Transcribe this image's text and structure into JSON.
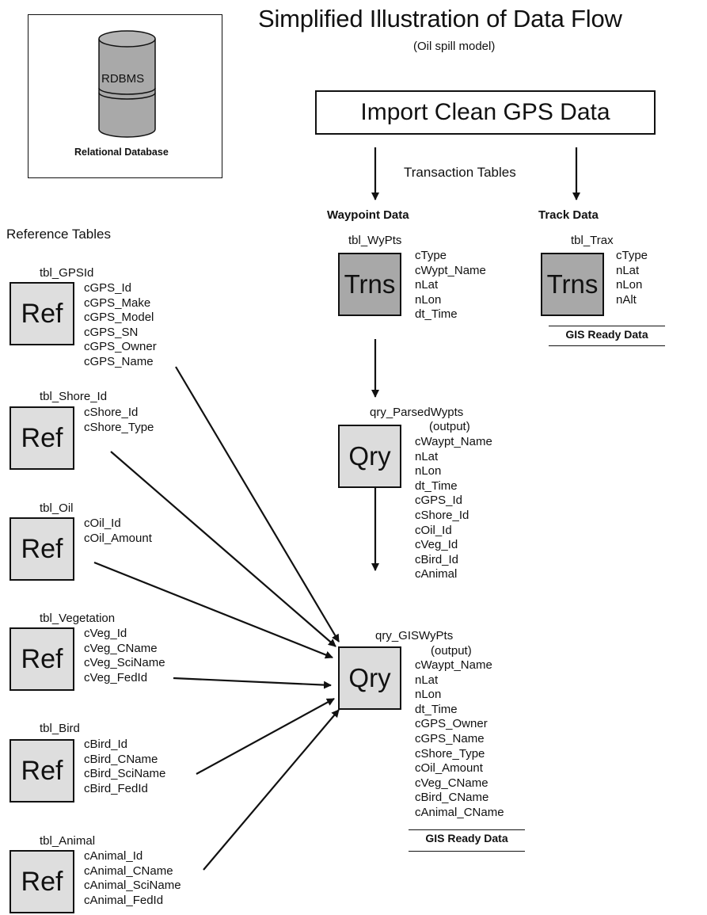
{
  "title": "Simplified Illustration of Data Flow",
  "subtitle": "(Oil spill model)",
  "import_box": "Import Clean GPS Data",
  "legend": {
    "cylinder_label": "RDBMS",
    "caption": "Relational Database"
  },
  "transaction_tables_label": "Transaction Tables",
  "reference_tables_label": "Reference Tables",
  "gis_ready_label": "GIS Ready Data",
  "waypoint": {
    "heading": "Waypoint Data",
    "table": "tbl_WyPts",
    "box_label": "Trns",
    "fields": [
      "cType",
      "cWypt_Name",
      "nLat",
      "nLon",
      "dt_Time"
    ]
  },
  "track": {
    "heading": "Track Data",
    "table": "tbl_Trax",
    "box_label": "Trns",
    "fields": [
      "cType",
      "nLat",
      "nLon",
      "nAlt"
    ]
  },
  "parsed_query": {
    "name": "qry_ParsedWypts",
    "output": "(output)",
    "box_label": "Qry",
    "fields": [
      "cWaypt_Name",
      "nLat",
      "nLon",
      "dt_Time",
      "cGPS_Id",
      "cShore_Id",
      "cOil_Id",
      "cVeg_Id",
      "cBird_Id",
      "cAnimal"
    ]
  },
  "gis_query": {
    "name": "qry_GISWyPts",
    "output": "(output)",
    "box_label": "Qry",
    "fields": [
      "cWaypt_Name",
      "nLat",
      "nLon",
      "dt_Time",
      "cGPS_Owner",
      "cGPS_Name",
      "cShore_Type",
      "cOil_Amount",
      "cVeg_CName",
      "cBird_CName",
      "cAnimal_CName"
    ]
  },
  "reference_tables": [
    {
      "name": "tbl_GPSId",
      "box_label": "Ref",
      "fields": [
        "cGPS_Id",
        "cGPS_Make",
        "cGPS_Model",
        "cGPS_SN",
        "cGPS_Owner",
        "cGPS_Name"
      ]
    },
    {
      "name": "tbl_Shore_Id",
      "box_label": "Ref",
      "fields": [
        "cShore_Id",
        "cShore_Type"
      ]
    },
    {
      "name": "tbl_Oil",
      "box_label": "Ref",
      "fields": [
        "cOil_Id",
        "cOil_Amount"
      ]
    },
    {
      "name": "tbl_Vegetation",
      "box_label": "Ref",
      "fields": [
        "cVeg_Id",
        "cVeg_CName",
        "cVeg_SciName",
        "cVeg_FedId"
      ]
    },
    {
      "name": "tbl_Bird",
      "box_label": "Ref",
      "fields": [
        "cBird_Id",
        "cBird_CName",
        "cBird_SciName",
        "cBird_FedId"
      ]
    },
    {
      "name": "tbl_Animal",
      "box_label": "Ref",
      "fields": [
        "cAnimal_Id",
        "cAnimal_CName",
        "cAnimal_SciName",
        "cAnimal_FedId"
      ]
    }
  ]
}
